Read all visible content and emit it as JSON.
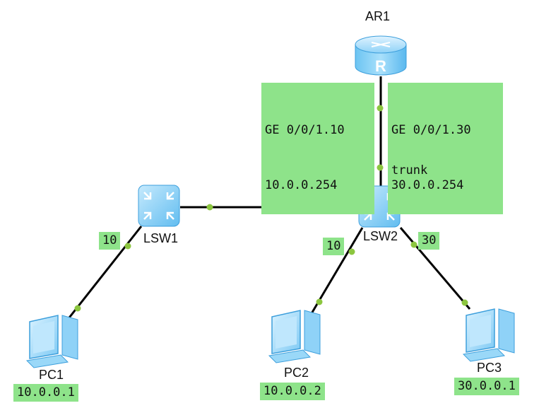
{
  "devices": {
    "ar1": {
      "name": "AR1"
    },
    "lsw1": {
      "name": "LSW1"
    },
    "lsw2": {
      "name": "LSW2"
    },
    "pc1": {
      "name": "PC1",
      "ip": "10.0.0.1"
    },
    "pc2": {
      "name": "PC2",
      "ip": "10.0.0.2"
    },
    "pc3": {
      "name": "PC3",
      "ip": "30.0.0.1"
    }
  },
  "interfaces": {
    "ar1_sub10": {
      "port": "GE 0/0/1.10",
      "ip": "10.0.0.254"
    },
    "ar1_sub30": {
      "port": "GE 0/0/1.30",
      "ip": "30.0.0.254"
    },
    "trunk": "trunk",
    "lsw1_pc1_vlan": "10",
    "lsw2_pc2_vlan": "10",
    "lsw2_pc3_vlan": "30"
  },
  "colors": {
    "label_bg": "#8ee38a",
    "port_dot": "#8cc63f",
    "link": "#000000",
    "device_blue": "#4fb3f0"
  }
}
